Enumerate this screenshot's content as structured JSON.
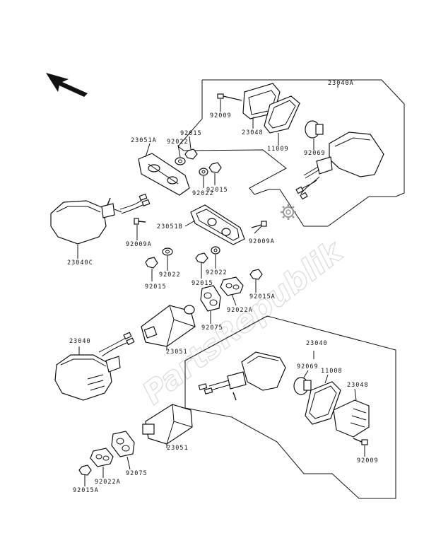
{
  "watermark": "PartsRepublik",
  "labels": {
    "l23040A": "23040A",
    "l92009_top": "92009",
    "l23048_top": "23048",
    "l11009": "11009",
    "l92069_top": "92069",
    "l23051A": "23051A",
    "l92015_a": "92015",
    "l92022_a": "92022",
    "l92022_b": "92022",
    "l92015_b": "92015",
    "l23040C": "23040C",
    "l92009A_left": "92009A",
    "l23051B": "23051B",
    "l92009A_right": "92009A",
    "l92022_c": "92022",
    "l92022_d": "92022",
    "l92015_c": "92015",
    "l92015_d": "92015",
    "l92015A_mid": "92015A",
    "l92022A_mid": "92022A",
    "l92075_mid": "92075",
    "l23040_left": "23040",
    "l23051_mid": "23051",
    "l23040_right": "23040",
    "l92069_bot": "92069",
    "l11008": "11008",
    "l23048_bot": "23048",
    "l23051_bot": "23051",
    "l92075_bot": "92075",
    "l92022A_bot": "92022A",
    "l92015A_bot": "92015A",
    "l92009_bot": "92009"
  },
  "icons": {
    "direction_arrow": "front-direction-arrow-icon",
    "settings": "gear-icon"
  }
}
